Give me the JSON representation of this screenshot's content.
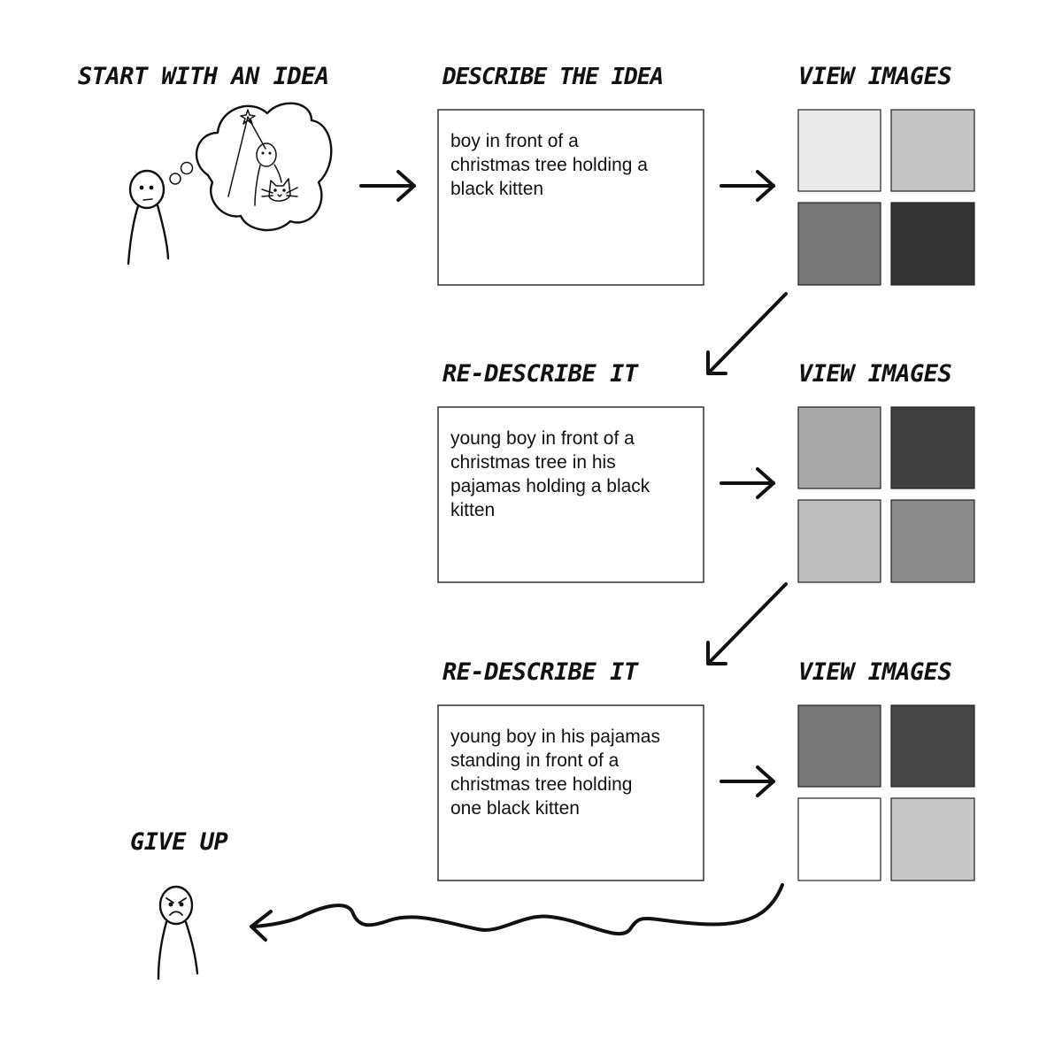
{
  "steps": {
    "start": {
      "title": "START WITH AN IDEA"
    },
    "describe": {
      "title": "DESCRIBE THE IDEA",
      "prompt_lines": [
        "boy in front of a",
        "christmas tree holding a",
        "black kitten"
      ]
    },
    "view_1": {
      "title": "VIEW IMAGES",
      "tile_colors": [
        "#ebebeb",
        "#c4c4c4",
        "#767676",
        "#343334"
      ]
    },
    "redescribe_1": {
      "title": "RE-DESCRIBE IT",
      "prompt_lines": [
        "young boy in front of a",
        "christmas tree in his",
        "pajamas holding a black",
        "kitten"
      ]
    },
    "view_2": {
      "title": "VIEW IMAGES",
      "tile_colors": [
        "#a9a9a9",
        "#404040",
        "#bdbdbd",
        "#8b8b8b"
      ]
    },
    "redescribe_2": {
      "title": "RE-DESCRIBE IT",
      "prompt_lines": [
        "young boy in his pajamas",
        "standing in front of a",
        "christmas tree holding",
        "one black kitten"
      ]
    },
    "view_3": {
      "title": "VIEW IMAGES",
      "tile_colors": [
        "#767676",
        "#464646",
        "#ffffff",
        "#c8c8c8"
      ]
    },
    "give_up": {
      "title": "GIVE UP"
    }
  },
  "icons": {
    "idea_person": "person-icon",
    "thought_bubble": "thought-bubble-icon",
    "christmas_tree": "christmas-tree-icon",
    "kitten": "cat-icon",
    "frustrated_person": "angry-person-icon",
    "arrows": "arrow-icon"
  },
  "colors": {
    "ink": "#111111",
    "background": "#ffffff"
  }
}
